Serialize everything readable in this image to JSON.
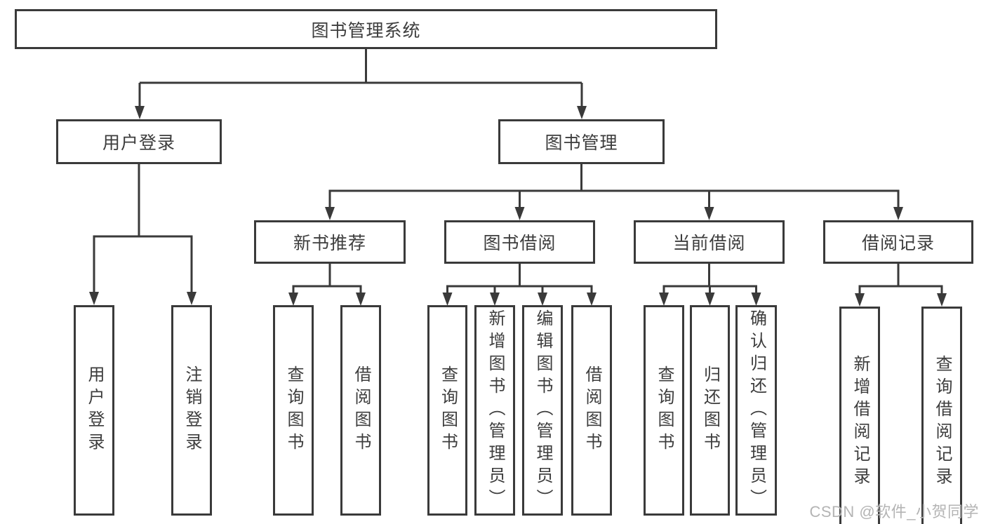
{
  "nodes": {
    "root": "图书管理系统",
    "user_login": "用户登录",
    "book_management": "图书管理",
    "new_book_recommendation": "新书推荐",
    "book_borrowing": "图书借阅",
    "current_borrowing": "当前借阅",
    "borrowing_records": "借阅记录",
    "leaf_user_login": "用户登录",
    "leaf_logout": "注销登录",
    "nbr_query_books": "查询图书",
    "nbr_borrow_books": "借阅图书",
    "bb_query_books": "查询图书",
    "bb_add_books": "新增图书（管理员）",
    "bb_edit_books": "编辑图书（管理员）",
    "bb_borrow_books": "借阅图书",
    "cb_query_books": "查询图书",
    "cb_return_books": "归还图书",
    "cb_confirm_return": "确认归还（管理员）",
    "br_add_record": "新增借阅记录",
    "br_query_record": "查询借阅记录"
  },
  "watermark": "CSDN @软件_小贺同学",
  "colors": {
    "line": "#3a3a3a",
    "box_border": "#3a3a3a",
    "text": "#3d3d3d",
    "watermark": "#b4b4b4",
    "background": "#ffffff"
  }
}
